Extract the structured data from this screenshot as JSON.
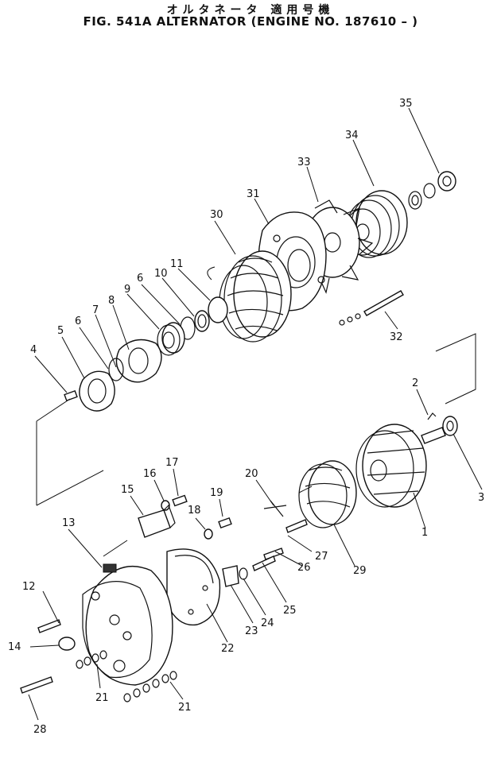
{
  "header": {
    "title_jp": "オルタネータ 適用号機",
    "title_en": "FIG. 541A  ALTERNATOR (ENGINE NO. 187610 –  )"
  },
  "callouts": [
    "1",
    "2",
    "3",
    "4",
    "5",
    "6",
    "6",
    "7",
    "8",
    "9",
    "10",
    "11",
    "12",
    "13",
    "14",
    "15",
    "16",
    "17",
    "18",
    "19",
    "20",
    "21",
    "21",
    "22",
    "23",
    "24",
    "25",
    "26",
    "27",
    "28",
    "29",
    "30",
    "31",
    "32",
    "33",
    "34",
    "35"
  ]
}
